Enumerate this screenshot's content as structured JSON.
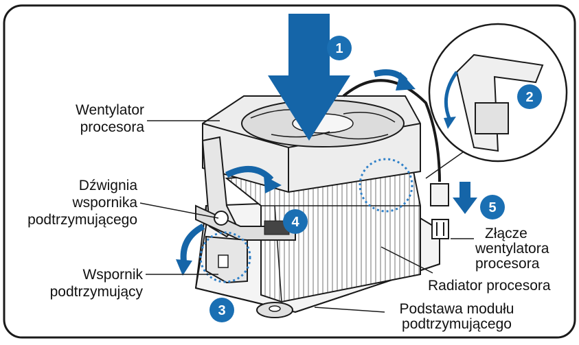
{
  "labels": {
    "cpu_fan": [
      "Wentylator",
      "procesora"
    ],
    "lever": [
      "Dźwignia",
      "wspornika",
      "podtrzymującego"
    ],
    "bracket": [
      "Wspornik",
      "podtrzymujący"
    ],
    "fan_connector": [
      "Złącze",
      "wentylatora",
      "procesora"
    ],
    "heatsink": "Radiator procesora",
    "module_base": [
      "Podstawa modułu",
      "podtrzymującego"
    ]
  },
  "steps": [
    "1",
    "2",
    "3",
    "4",
    "5"
  ],
  "colors": {
    "step_badge": "#1a6fb3",
    "arrow": "#1565a8",
    "outline": "#1a1a1a",
    "dotted_circle": "#2f80c8"
  }
}
